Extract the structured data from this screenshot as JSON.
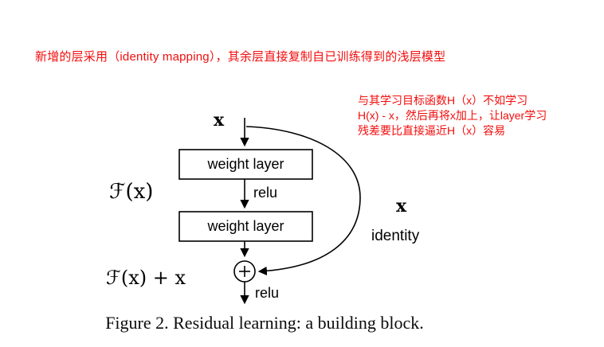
{
  "annotations": {
    "note_color": "#f30d0d",
    "top_note": "新增的层采用（identity mapping），其余层直接复制自已训练得到的浅层模型",
    "side_note_lines": [
      "与其学习目标函数H（x）不如学习",
      "H(x) - x，然后再将x加上，让layer学习",
      "残差要比直接逼近H（x）容易"
    ]
  },
  "diagram": {
    "input_label": "x",
    "weight_layer_1": "weight layer",
    "relu_1": "relu",
    "function_label": "ℱ(x)",
    "weight_layer_2": "weight layer",
    "identity_input_label": "x",
    "identity_label": "identity",
    "output_label": "ℱ(x) + x",
    "relu_2": "relu"
  },
  "caption": "Figure 2. Residual learning: a building block."
}
